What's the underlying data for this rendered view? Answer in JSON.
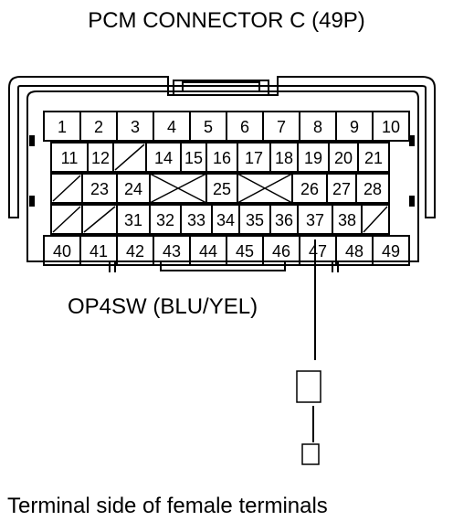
{
  "title": "PCM CONNECTOR C (49P)",
  "wire_label": "OP4SW (BLU/YEL)",
  "footer": "Terminal side of female terminals",
  "connector": {
    "rows": [
      [
        "1",
        "2",
        "3",
        "4",
        "5",
        "6",
        "7",
        "8",
        "9",
        "10"
      ],
      [
        "11",
        "12",
        "",
        "14",
        "15",
        "16",
        "17",
        "18",
        "19",
        "20",
        "21"
      ],
      [
        "",
        "23",
        "24",
        "",
        "25",
        "",
        "26",
        "27",
        "28"
      ],
      [
        "",
        "",
        "31",
        "32",
        "33",
        "34",
        "35",
        "36",
        "37",
        "38",
        ""
      ],
      [
        "40",
        "41",
        "42",
        "43",
        "44",
        "45",
        "46",
        "47",
        "48",
        "49"
      ]
    ],
    "probed_pin": "47"
  }
}
